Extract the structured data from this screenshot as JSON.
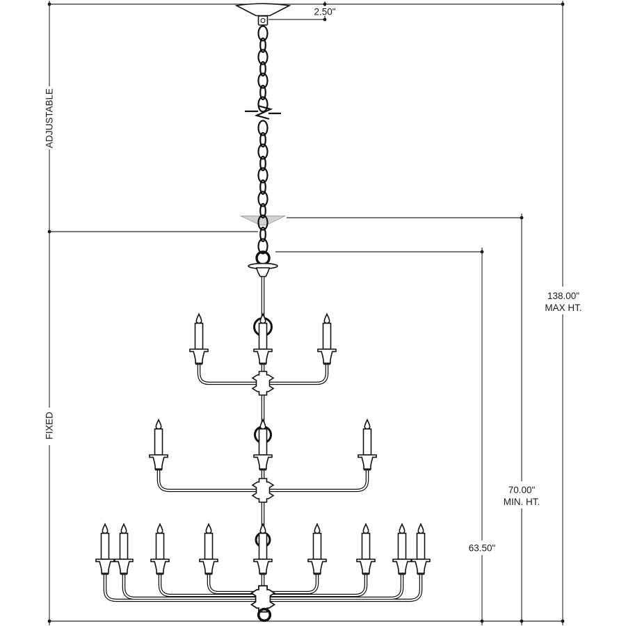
{
  "diagram": {
    "type": "chandelier-installation-dimension-drawing",
    "labels": {
      "canopy_height": "2.50\"",
      "adjustable": "ADJUSTABLE",
      "fixed": "FIXED",
      "max_height_value": "138.00\"",
      "max_height_caption": "MAX HT.",
      "min_height_value": "70.00\"",
      "min_height_caption": "MIN. HT.",
      "fixture_height": "63.50\""
    },
    "colors": {
      "line": "#111111",
      "dimension_line": "#2b2b2b",
      "ghost_canopy": "#bdbdbd",
      "background": "#ffffff"
    }
  }
}
